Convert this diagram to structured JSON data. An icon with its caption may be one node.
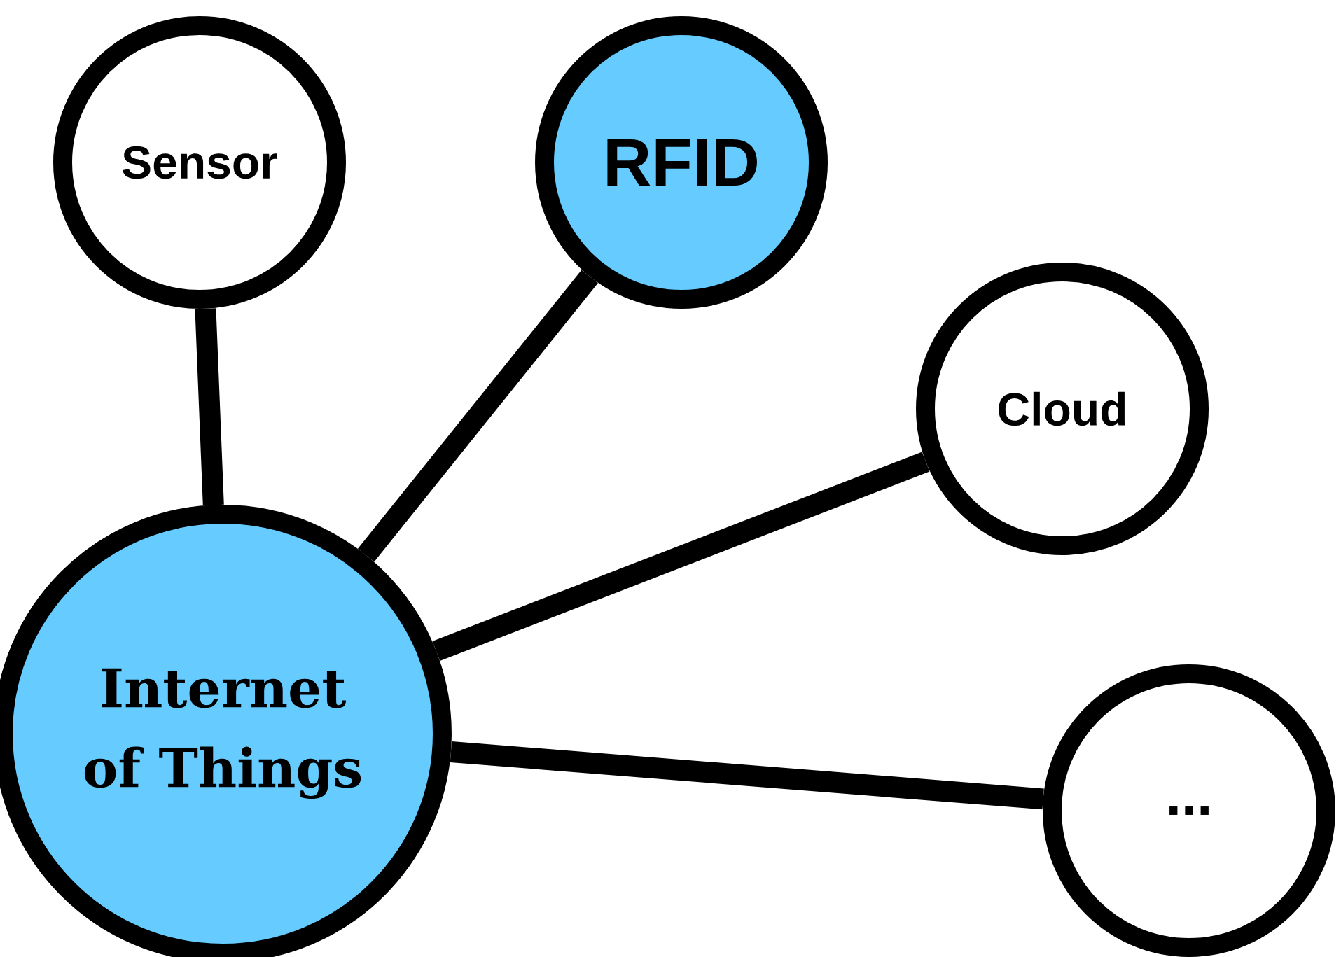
{
  "diagram": {
    "nodes": [
      {
        "text": [
          "Sensor"
        ]
      },
      {
        "text": [
          "RFID"
        ]
      },
      {
        "text": [
          "Cloud"
        ]
      },
      {
        "text": [
          "Internet of Things"
        ]
      },
      {
        "text": [
          "..."
        ]
      }
    ],
    "edges": [
      {
        "from": 0,
        "to": 3,
        "arrow": "none"
      },
      {
        "from": 1,
        "to": 3,
        "arrow": "none"
      },
      {
        "from": 2,
        "to": 3,
        "arrow": "none"
      },
      {
        "from": 4,
        "to": 3,
        "arrow": "none"
      }
    ]
  }
}
